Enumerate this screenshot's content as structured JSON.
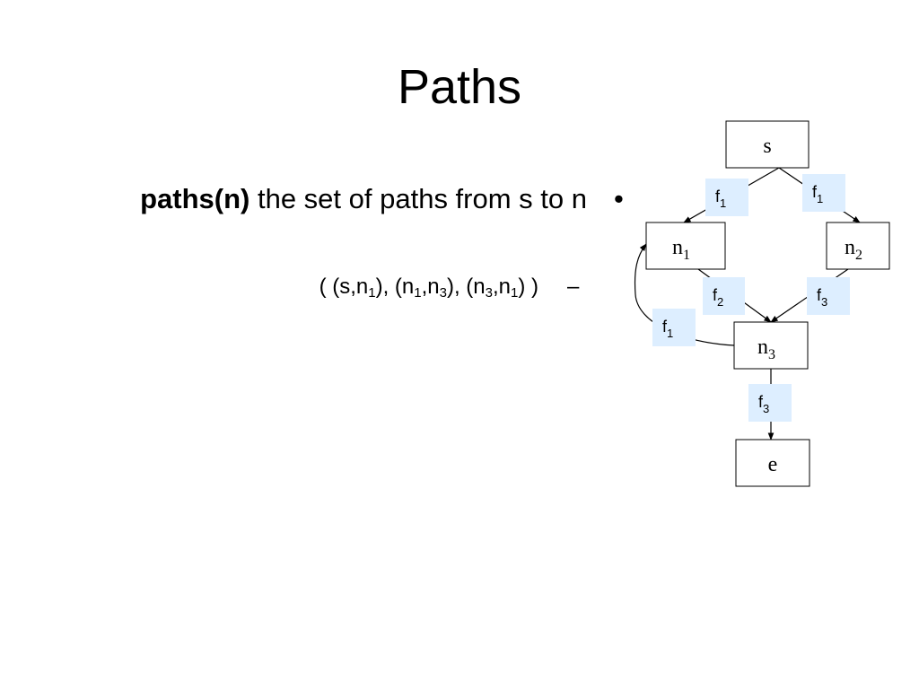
{
  "slide": {
    "title": "Paths",
    "bullet": {
      "term": "paths(n)",
      "text": "the set of paths from s to n",
      "marker": "•"
    },
    "sub_bullet": {
      "marker": "–",
      "parts": [
        {
          "t": "( (s,n"
        },
        {
          "s": "1"
        },
        {
          "t": "), (n"
        },
        {
          "s": "1"
        },
        {
          "t": ",n"
        },
        {
          "s": "3"
        },
        {
          "t": "), (n"
        },
        {
          "s": "3"
        },
        {
          "t": ",n"
        },
        {
          "s": "1"
        },
        {
          "t": ") )"
        }
      ]
    }
  },
  "diagram": {
    "colors": {
      "label_bg": "#ddeeff",
      "stroke": "#000000"
    },
    "nodes": [
      {
        "id": "s",
        "base": "s",
        "sub": ""
      },
      {
        "id": "n1",
        "base": "n",
        "sub": "1"
      },
      {
        "id": "n2",
        "base": "n",
        "sub": "2"
      },
      {
        "id": "n3",
        "base": "n",
        "sub": "3"
      },
      {
        "id": "e",
        "base": "e",
        "sub": ""
      }
    ],
    "edges": [
      {
        "from": "s",
        "to": "n1",
        "label_base": "f",
        "label_sub": "1"
      },
      {
        "from": "s",
        "to": "n2",
        "label_base": "f",
        "label_sub": "1"
      },
      {
        "from": "n1",
        "to": "n3",
        "label_base": "f",
        "label_sub": "2"
      },
      {
        "from": "n2",
        "to": "n3",
        "label_base": "f",
        "label_sub": "3"
      },
      {
        "from": "n3",
        "to": "n1",
        "label_base": "f",
        "label_sub": "1"
      },
      {
        "from": "n3",
        "to": "e",
        "label_base": "f",
        "label_sub": "3"
      }
    ]
  }
}
